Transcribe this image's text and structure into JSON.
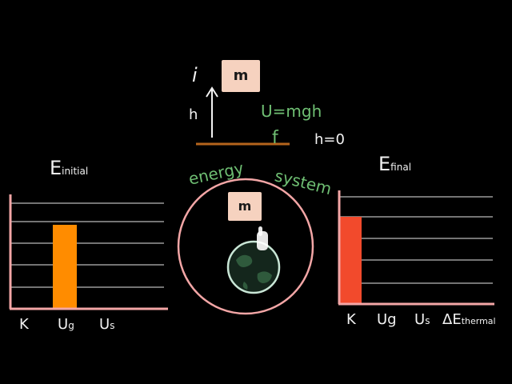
{
  "top": {
    "i_label": "i",
    "mass_label": "m",
    "height_label": "h",
    "potential_eq": "U=mgh",
    "friction_label": "f",
    "ground_label": "h=0"
  },
  "system": {
    "word1": "energy",
    "word2": "system",
    "mass_label": "m"
  },
  "initial_chart": {
    "title_main": "E",
    "title_sub": "initial",
    "labels": [
      {
        "main": "K",
        "sub": ""
      },
      {
        "main": "U",
        "sub": "g"
      },
      {
        "main": "U",
        "sub": "s"
      }
    ],
    "bar_color": "#ff8c00"
  },
  "final_chart": {
    "title_main": "E",
    "title_sub": "final",
    "labels": [
      {
        "main": "K",
        "sub": ""
      },
      {
        "main": "Ug",
        "sub": ""
      },
      {
        "main": "U",
        "sub": "s"
      },
      {
        "main": "ΔE",
        "sub": "thermal"
      }
    ],
    "bar_color": "#f24a2c"
  },
  "colors": {
    "axis": "#f3a6a6",
    "gridline": "#e8e8e8",
    "accent_green": "#6fbf73",
    "ground": "#b5651d",
    "circle": "#f3a6a6",
    "block": "#f6d2bf"
  }
}
